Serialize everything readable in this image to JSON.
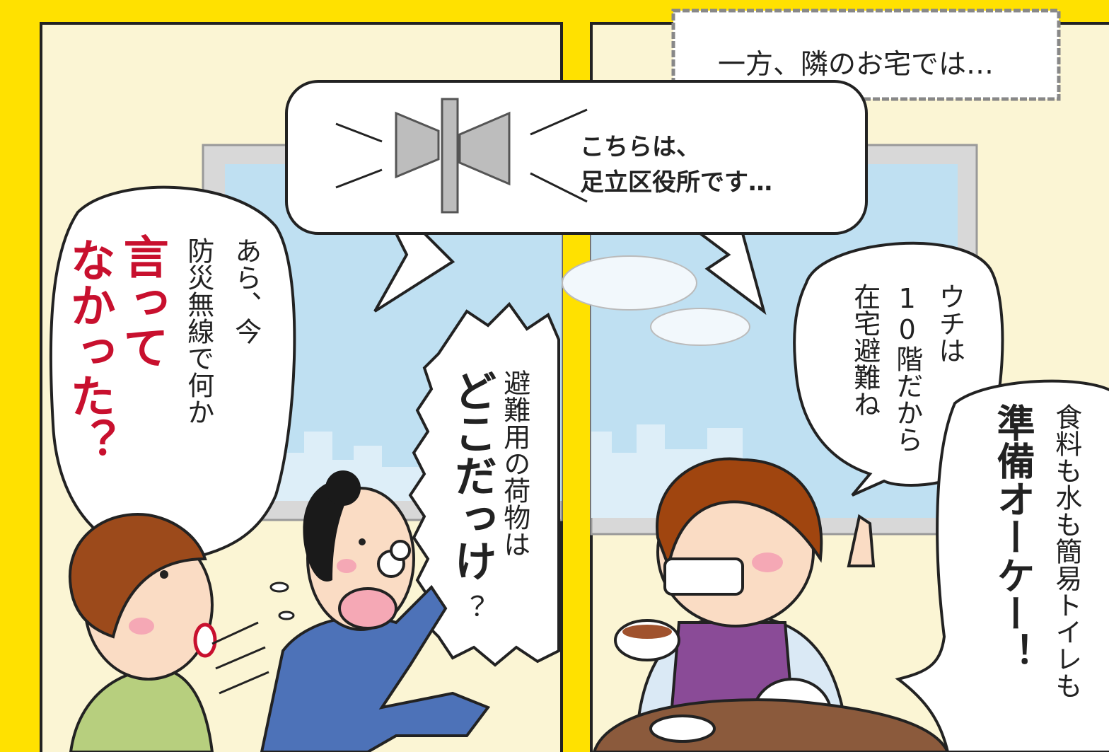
{
  "captions": {
    "narration": "一方、隣のお宅では…",
    "loudspeaker_line1": "こちらは、",
    "loudspeaker_line2": "足立区役所です…"
  },
  "panel_left": {
    "woman_bubble": {
      "line1": "あら、今",
      "line2": "防災無線で何か",
      "emph1": "言って",
      "emph2": "なかった？"
    },
    "man_bubble": {
      "line1": "避難用の荷物は",
      "emph": "どこだっけ",
      "end": "？"
    }
  },
  "panel_right": {
    "bubble1": {
      "line1": "ウチは",
      "line2": "10階だから",
      "line3": "在宅避難ね"
    },
    "bubble2": {
      "line1": "食料も水も簡易トイレも",
      "emph": "準備オーケー！"
    }
  },
  "colors": {
    "page_border": "#FFE100",
    "panel_bg": "#FBF5D4",
    "sky": "#BFE0F2",
    "emphasis_red": "#C8102E"
  }
}
